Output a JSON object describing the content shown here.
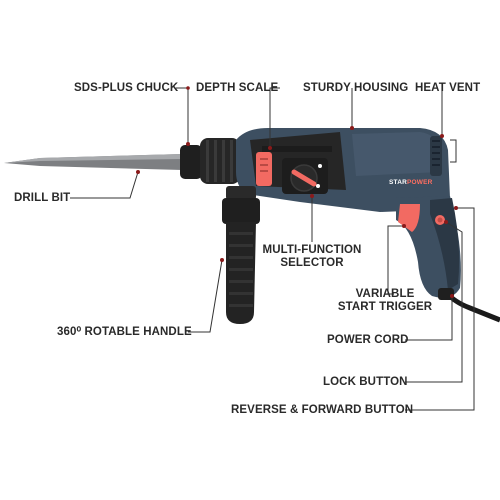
{
  "diagram": {
    "labels": {
      "sds_plus_chuck": "SDS-PLUS CHUCK",
      "depth_scale": "DEPTH SCALE",
      "sturdy_housing": "STURDY HOUSING",
      "heat_vent": "HEAT VENT",
      "drill_bit": "DRILL BIT",
      "multi_function_selector_1": "MULTI-FUNCTION",
      "multi_function_selector_2": "SELECTOR",
      "variable_start_trigger_1": "VARIABLE",
      "variable_start_trigger_2": "START TRIGGER",
      "rotable_handle": "360⁰ ROTABLE HANDLE",
      "power_cord": "POWER CORD",
      "lock_button": "LOCK BUTTON",
      "reverse_forward_button": "REVERSE & FORWARD BUTTON"
    },
    "brand": {
      "part1": "STAR",
      "part2": "POWER"
    },
    "colors": {
      "body": "#3d4f61",
      "body_dark": "#2b3845",
      "grip": "#232323",
      "accent": "#f26a62",
      "leader": "#333333",
      "dot": "#8b1a1a"
    }
  }
}
